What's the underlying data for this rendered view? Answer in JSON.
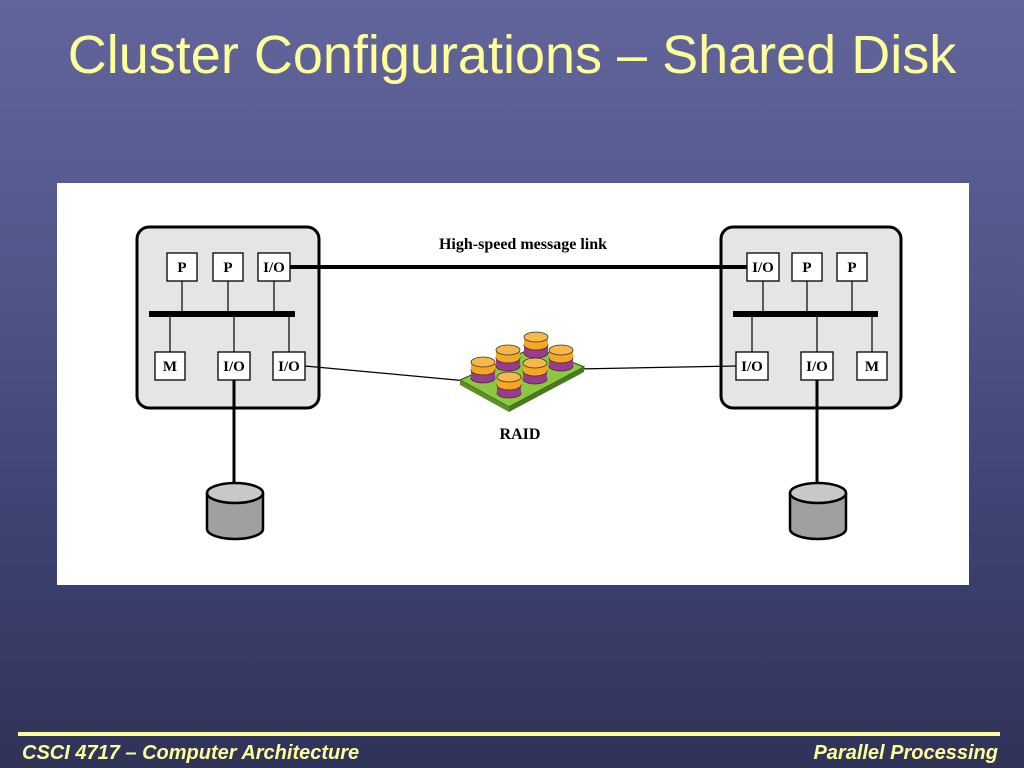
{
  "slide": {
    "title": "Cluster Configurations – Shared Disk"
  },
  "diagram": {
    "link_label": "High-speed message link",
    "raid_label": "RAID",
    "left_node": {
      "top_row": [
        "P",
        "P",
        "I/O"
      ],
      "bottom_row": [
        "M",
        "I/O",
        "I/O"
      ]
    },
    "right_node": {
      "top_row": [
        "I/O",
        "P",
        "P"
      ],
      "bottom_row": [
        "I/O",
        "I/O",
        "M"
      ]
    },
    "colors": {
      "disk_orange": "#f5a623",
      "disk_purple": "#9b3a8f",
      "raid_board": "#8dc63f",
      "node_fill": "#e5e5e5",
      "disk_gray": "#a0a0a0"
    }
  },
  "footer": {
    "left": "CSCI 4717 – Computer Architecture",
    "right": "Parallel Processing"
  }
}
